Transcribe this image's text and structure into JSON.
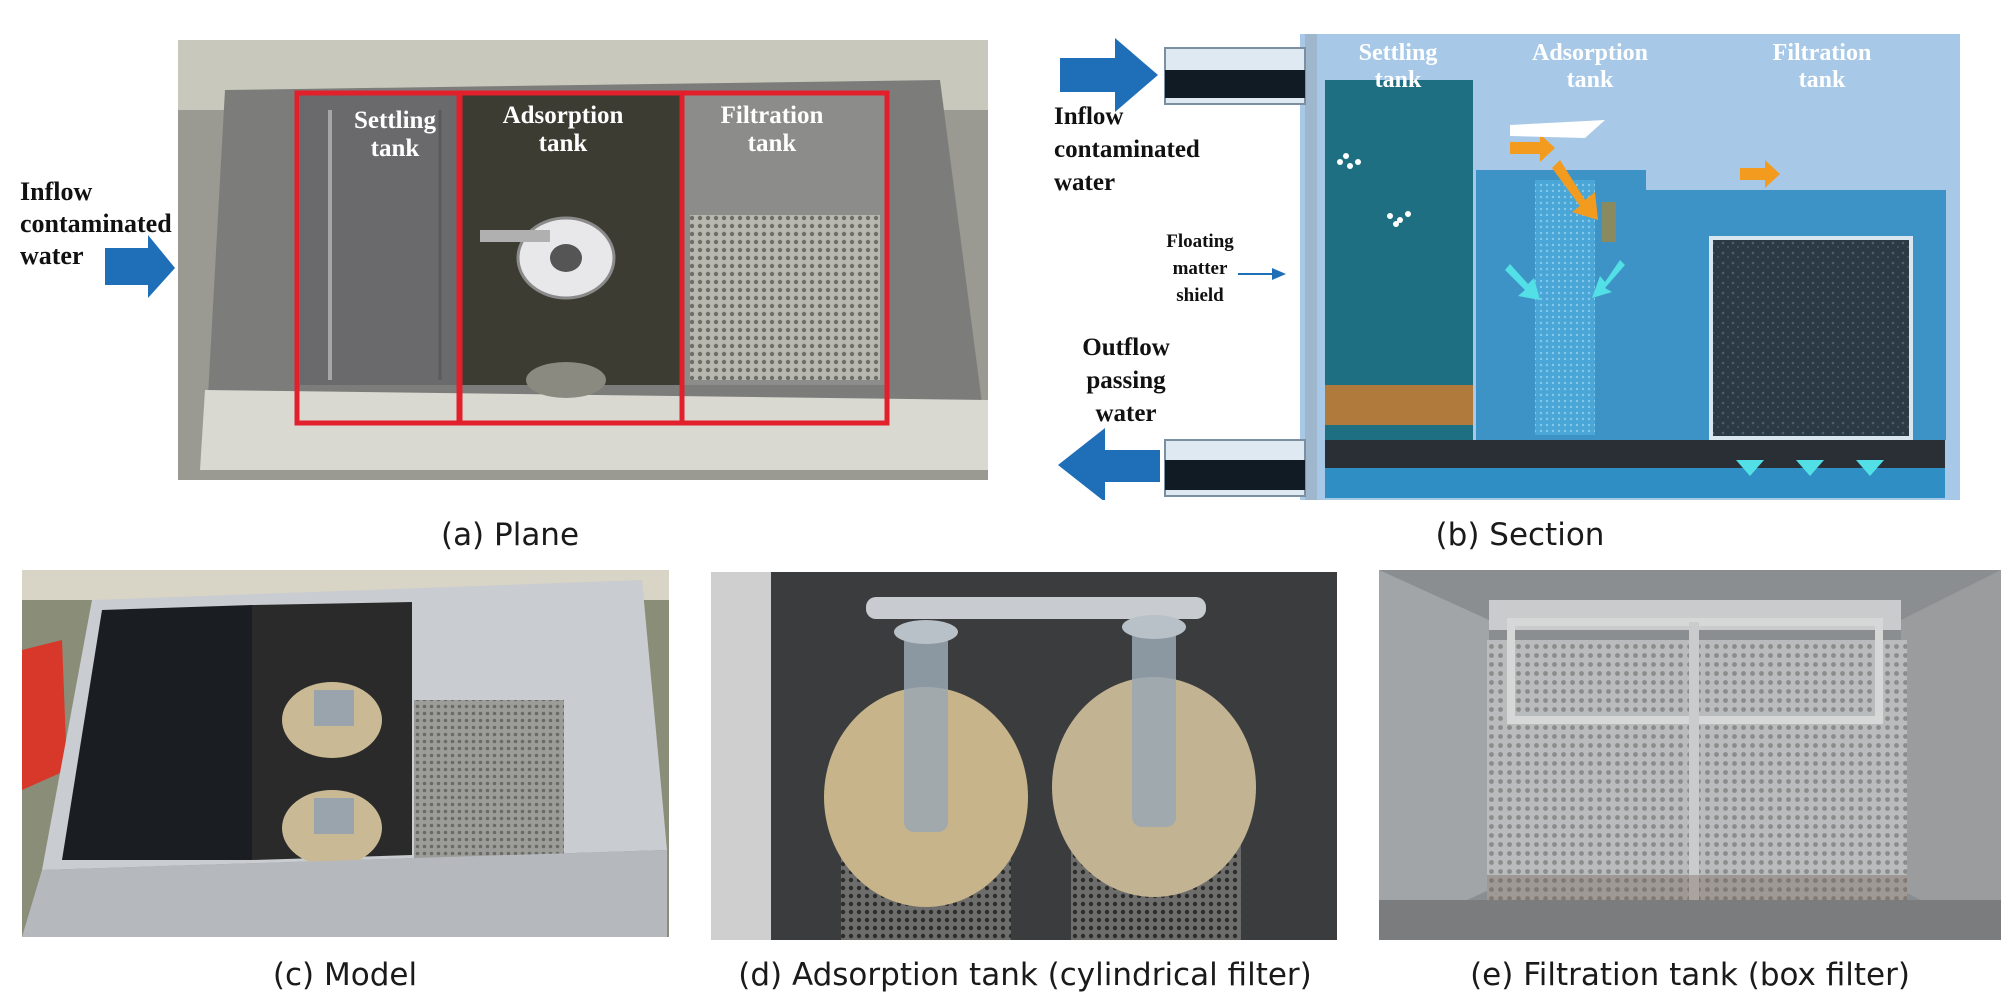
{
  "figure": {
    "panel_a": {
      "caption": "(a) Plane",
      "settling_label": [
        "Settling",
        "tank"
      ],
      "adsorption_label": [
        "Adsorption",
        "tank"
      ],
      "filtration_label": [
        "Filtration",
        "tank"
      ],
      "inflow_label": [
        "Inflow",
        "contaminated",
        "water"
      ]
    },
    "panel_b": {
      "caption": "(b) Section",
      "settling_label": [
        "Settling",
        "tank"
      ],
      "adsorption_label": [
        "Adsorption",
        "tank"
      ],
      "filtration_label": [
        "Filtration",
        "tank"
      ],
      "inflow_label": [
        "Inflow",
        "contaminated",
        "water"
      ],
      "shield_label": [
        "Floating",
        "matter",
        "shield"
      ],
      "outflow_label": [
        "Outflow",
        "passing",
        "water"
      ]
    },
    "panel_c": {
      "caption": "(c) Model"
    },
    "panel_d": {
      "caption": "(d) Adsorption tank (cylindrical filter)"
    },
    "panel_e": {
      "caption": "(e) Filtration tank (box filter)"
    }
  },
  "colors": {
    "highlight_red": "#e2202c",
    "arrow_blue": "#1f6fb8",
    "tank_teal": "#1f6f82",
    "water_cyan": "#5fc3e6",
    "flow_orange": "#f29b1f"
  }
}
